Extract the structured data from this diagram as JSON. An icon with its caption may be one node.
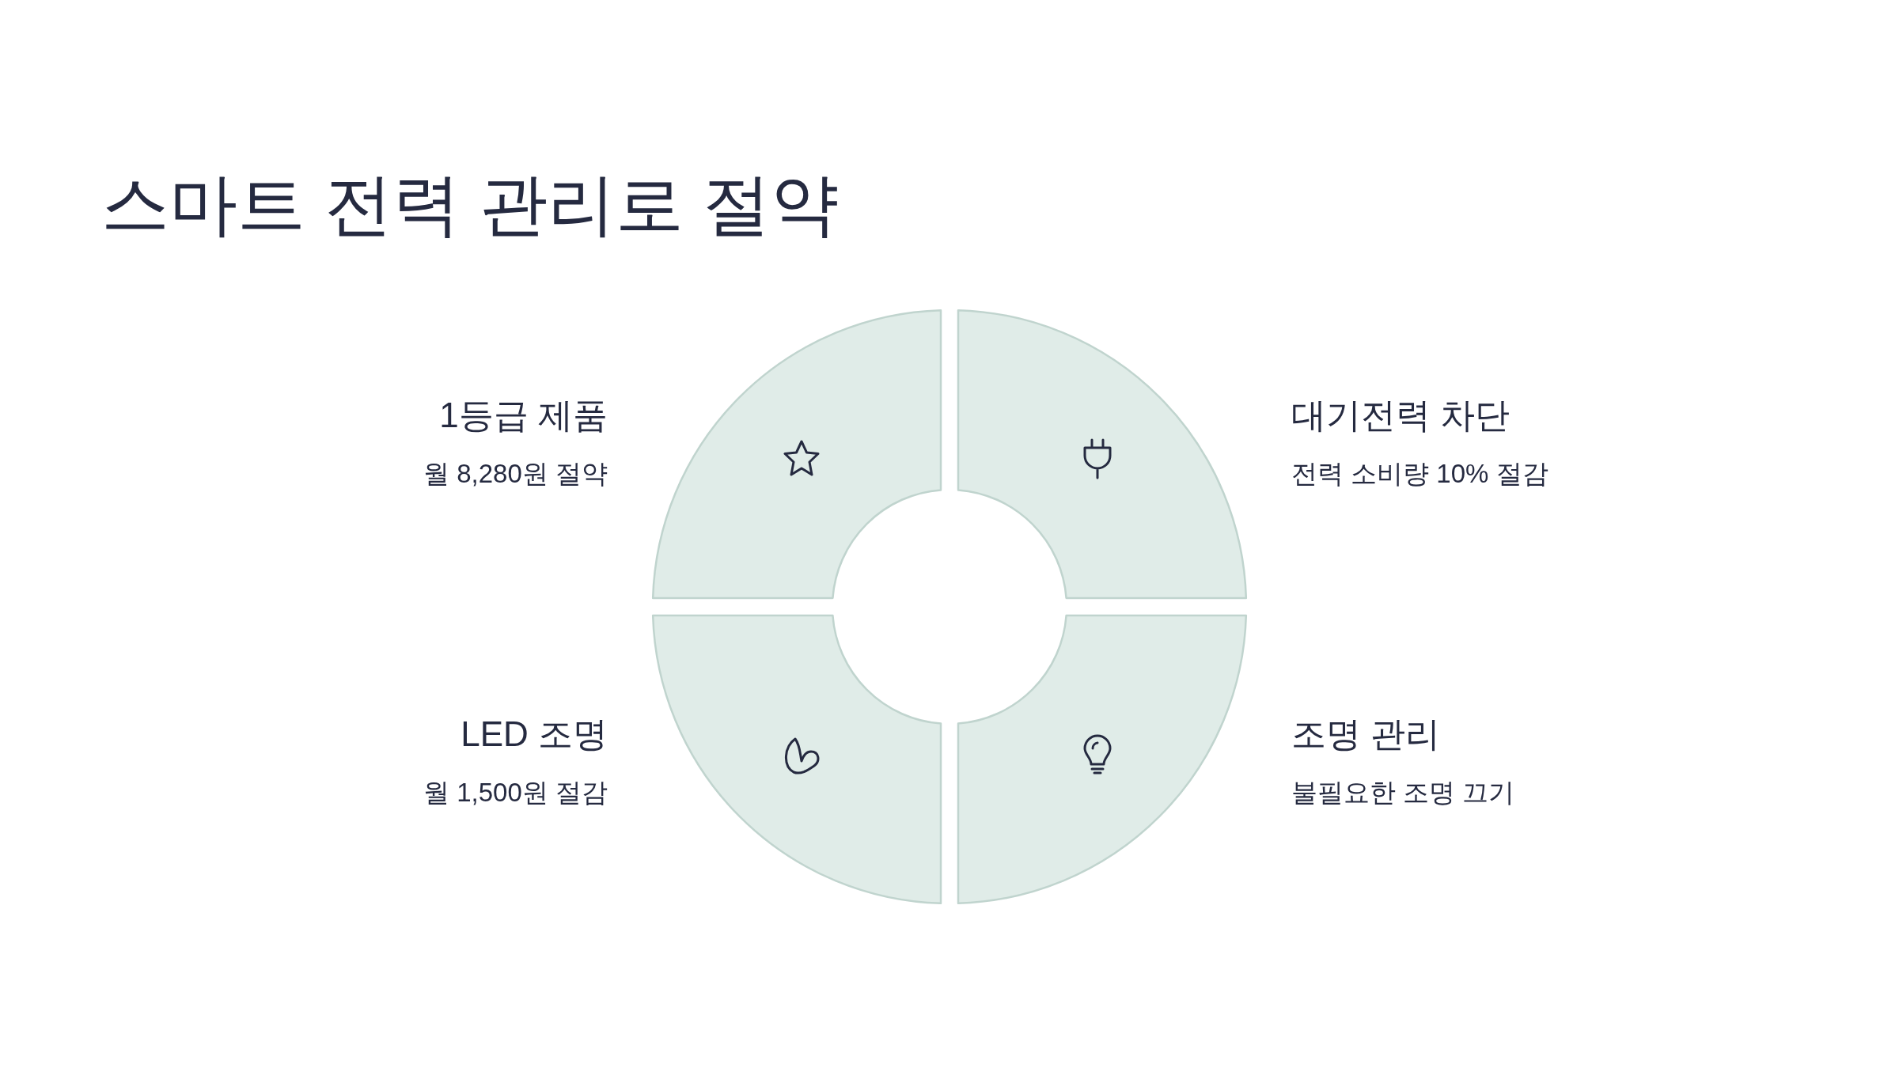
{
  "diagram": {
    "title": "스마트 전력 관리로 절약",
    "nodes": [
      {
        "text": [],
        "shape": "sector",
        "beside": [
          "1등급 제품",
          "월 8,280원 절약"
        ]
      },
      {
        "text": [],
        "shape": "sector",
        "beside": [
          "대기전력 차단",
          "전력 소비량 10% 절감"
        ]
      },
      {
        "text": [],
        "shape": "sector",
        "beside": [
          "LED 조명",
          "월 1,500원 절감"
        ]
      },
      {
        "text": [],
        "shape": "sector",
        "beside": [
          "조명 관리",
          "불필요한 조명 끄기"
        ]
      }
    ]
  }
}
